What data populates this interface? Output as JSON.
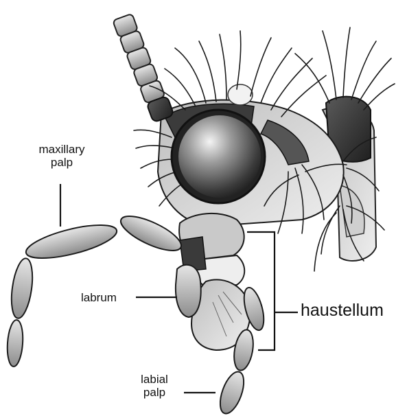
{
  "labels": {
    "maxillary_palp": [
      "maxillary",
      "palp"
    ],
    "labrum": "labrum",
    "haustellum": "haustellum",
    "labial_palp": [
      "labial",
      "palp"
    ]
  },
  "colors": {
    "line": "#111111",
    "dark": "#2a2a2a",
    "mid": "#8a8a8a",
    "light": "#d6d6d6"
  }
}
